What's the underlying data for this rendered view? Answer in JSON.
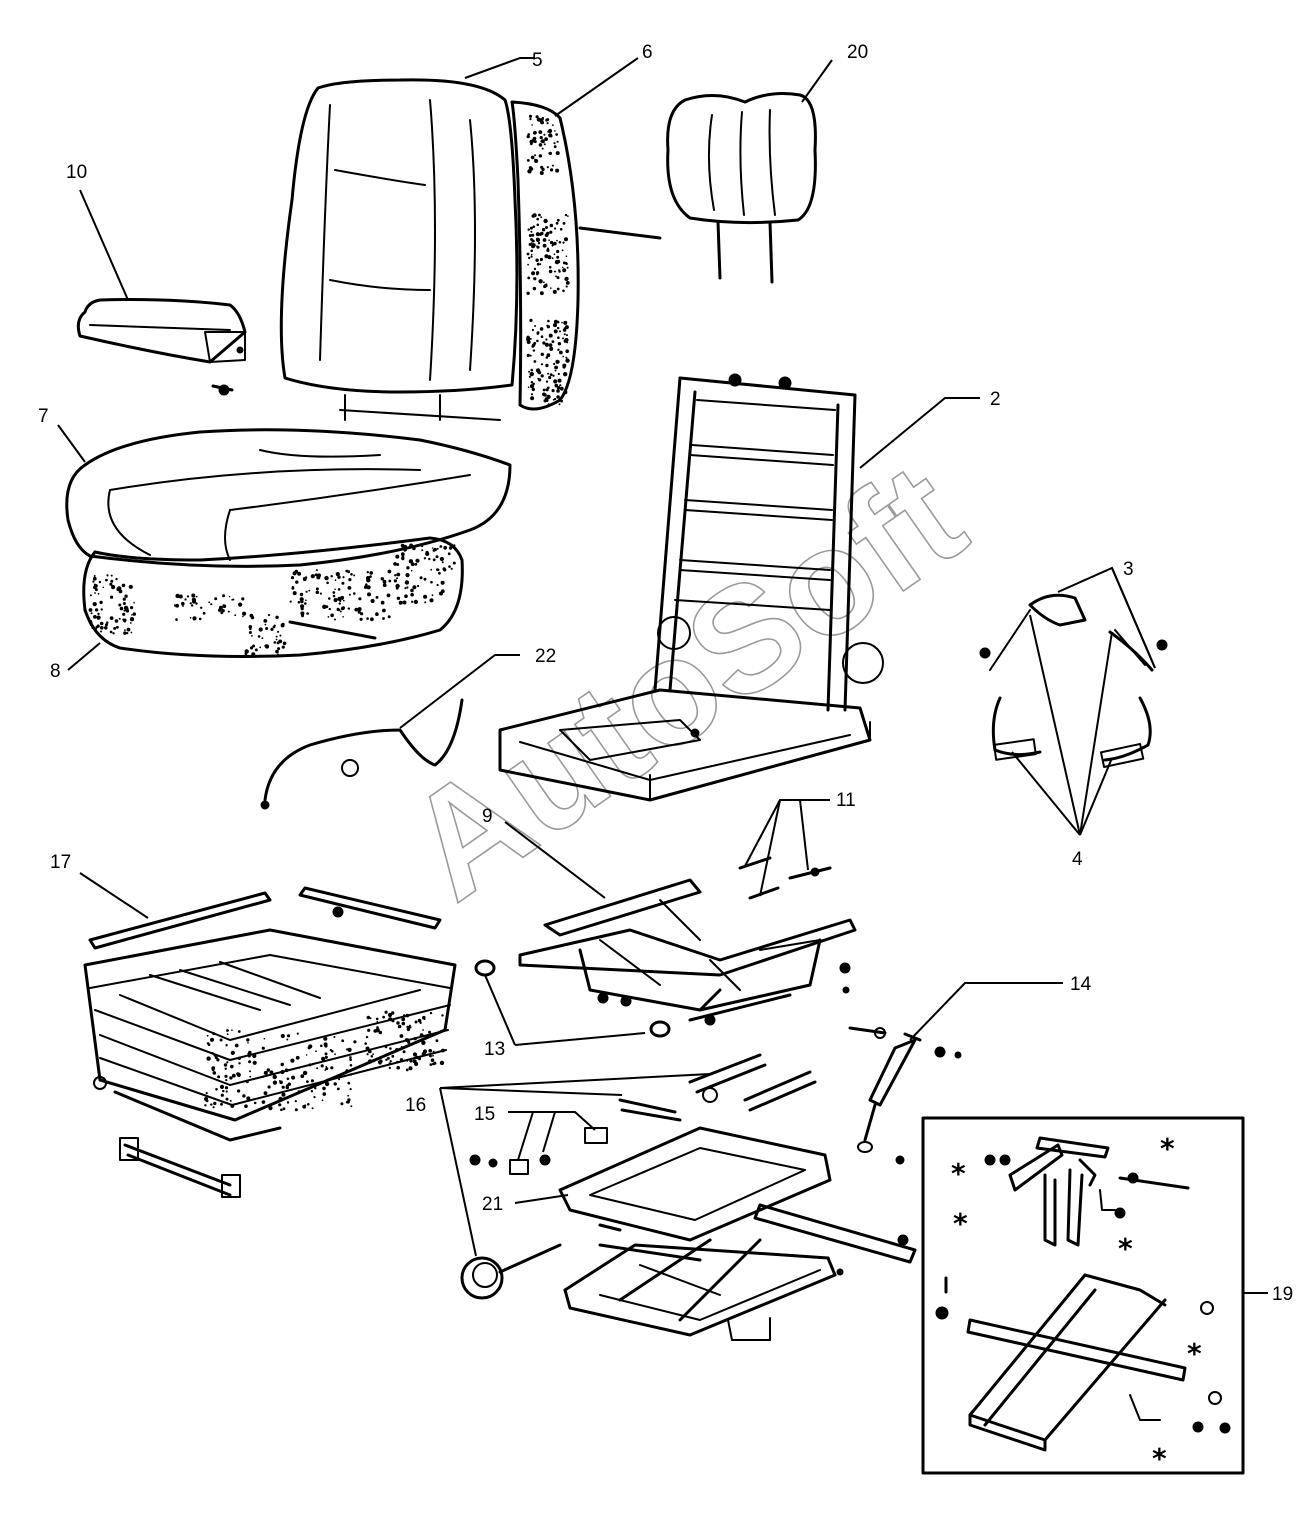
{
  "watermark": "AutoSoft",
  "callouts": [
    {
      "id": "c2",
      "label": "2"
    },
    {
      "id": "c3",
      "label": "3"
    },
    {
      "id": "c4",
      "label": "4"
    },
    {
      "id": "c5",
      "label": "5"
    },
    {
      "id": "c6",
      "label": "6"
    },
    {
      "id": "c7",
      "label": "7"
    },
    {
      "id": "c8",
      "label": "8"
    },
    {
      "id": "c9",
      "label": "9"
    },
    {
      "id": "c10",
      "label": "10"
    },
    {
      "id": "c11",
      "label": "11"
    },
    {
      "id": "c13",
      "label": "13"
    },
    {
      "id": "c14",
      "label": "14"
    },
    {
      "id": "c15",
      "label": "15"
    },
    {
      "id": "c16",
      "label": "16"
    },
    {
      "id": "c17",
      "label": "17"
    },
    {
      "id": "c19",
      "label": "19"
    },
    {
      "id": "c20",
      "label": "20"
    },
    {
      "id": "c21",
      "label": "21"
    },
    {
      "id": "c22",
      "label": "22"
    }
  ],
  "detail_marker": "*"
}
